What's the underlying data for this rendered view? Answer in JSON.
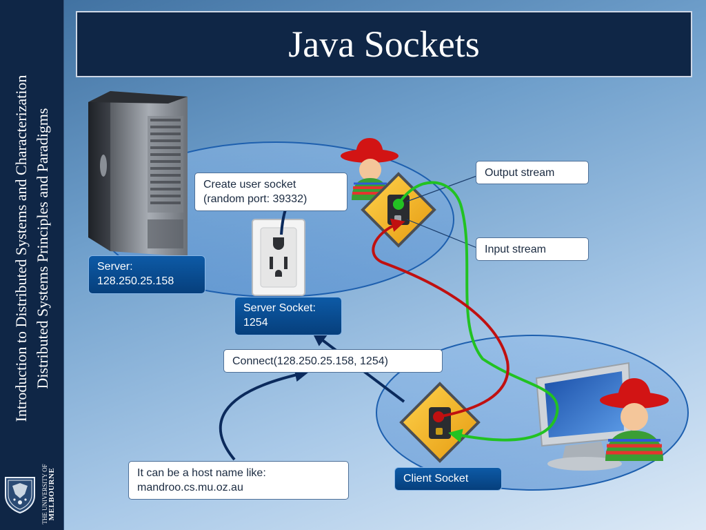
{
  "slide": {
    "title": "Java Sockets",
    "sidebar_line1": "Introduction to Distributed Systems and Characterization",
    "sidebar_line2": "Distributed Systems Principles and Paradigms",
    "logo_line1": "THE UNIVERSITY OF",
    "logo_line2": "MELBOURNE"
  },
  "diagram": {
    "create_socket_line1": "Create user socket",
    "create_socket_line2": "(random port: 39332)",
    "output_stream": "Output stream",
    "input_stream": "Input stream",
    "server_line1": "Server:",
    "server_line2": "128.250.25.158",
    "server_socket_line1": "Server Socket:",
    "server_socket_line2": "1254",
    "connect_call": "Connect(128.250.25.158, 1254)",
    "hostname_line1": "It can be a host name like:",
    "hostname_line2": "mandroo.cs.mu.oz.au",
    "client_socket": "Client Socket"
  },
  "colors": {
    "sidebar": "#0f2646",
    "output_stream_arrow": "#22c222",
    "input_stream_arrow": "#c01010",
    "connect_arrow": "#0b2a5c",
    "label_box": "#0a4d93"
  }
}
